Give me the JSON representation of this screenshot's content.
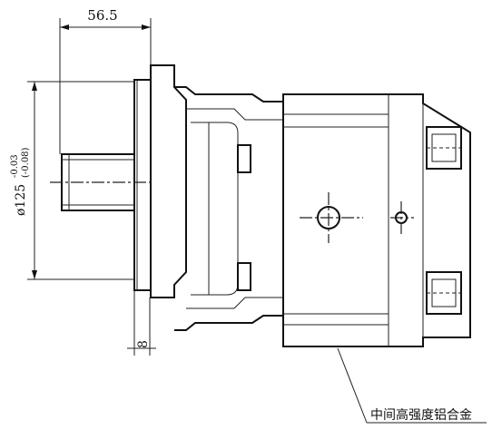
{
  "dimensions": {
    "flange_offset": "56.5",
    "pilot_diameter": "ø125",
    "pilot_tolerance_upper": "-0.03",
    "pilot_tolerance_lower": "(-0.08)",
    "flange_thickness": "8"
  },
  "annotation": {
    "material_note": "中间高强度铝合金"
  },
  "colors": {
    "line": "#111111",
    "background": "#ffffff"
  }
}
